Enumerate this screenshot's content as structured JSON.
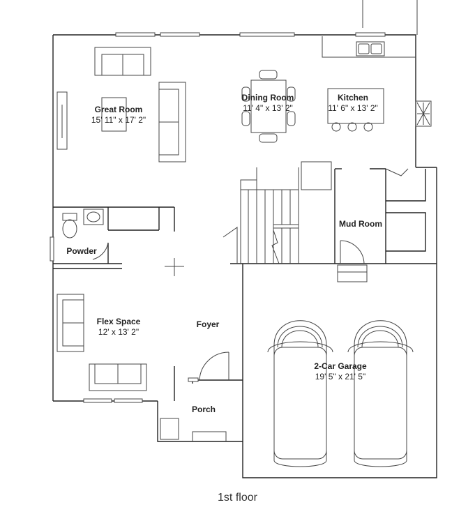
{
  "plan": {
    "title": "1st floor",
    "rooms": [
      {
        "id": "great-room",
        "name": "Great Room",
        "dims": "15' 11\" x 17' 2\""
      },
      {
        "id": "dining-room",
        "name": "Dining Room",
        "dims": "11' 4\" x 13' 2\""
      },
      {
        "id": "kitchen",
        "name": "Kitchen",
        "dims": "11' 6\" x 13' 2\""
      },
      {
        "id": "mud-room",
        "name": "Mud Room",
        "dims": ""
      },
      {
        "id": "powder",
        "name": "Powder",
        "dims": ""
      },
      {
        "id": "flex-space",
        "name": "Flex Space",
        "dims": "12' x 13' 2\""
      },
      {
        "id": "foyer",
        "name": "Foyer",
        "dims": ""
      },
      {
        "id": "garage",
        "name": "2-Car Garage",
        "dims": "19' 5\" x 21' 5\""
      },
      {
        "id": "porch",
        "name": "Porch",
        "dims": ""
      }
    ],
    "colors": {
      "wall": "#222222",
      "fixture": "#444444",
      "background": "#ffffff"
    }
  }
}
